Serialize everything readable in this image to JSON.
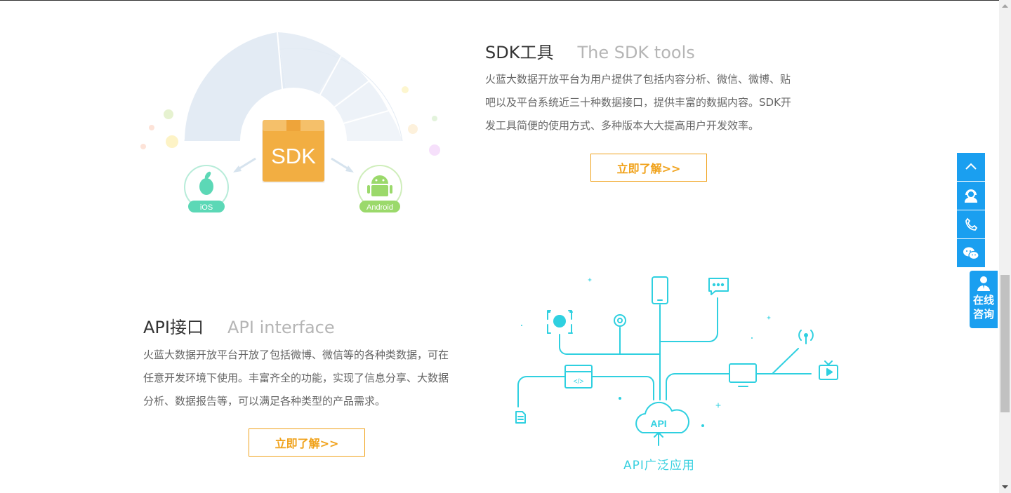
{
  "sdk": {
    "title": "SDK工具",
    "subtitle": "The SDK tools",
    "desc_lines": [
      "火蓝大数据开放平台为用户提供了包括内容分析、微信、微博、贴",
      "吧以及平台系统近三十种数据接口，提供丰富的数据内容。SDK开",
      "发工具简便的使用方式、多种版本大大提高用户开发效率。"
    ],
    "button": "立即了解>>",
    "illustration": {
      "box_label": "SDK",
      "ios_label": "iOS",
      "android_label": "Android"
    }
  },
  "api": {
    "title": "API接口",
    "subtitle": "API interface",
    "desc_lines": [
      "火蓝大数据开放平台开放了包括微博、微信等的各种类数据，可在",
      "任意开发环境下使用。丰富齐全的功能，实现了信息分享、大数据",
      "分析、数据报告等，可以满足各种类型的产品需求。"
    ],
    "button": "立即了解>>",
    "illustration": {
      "cloud_label": "API",
      "code_label": "</>",
      "caption": "API广泛应用"
    }
  },
  "sidebar": {
    "online_label": "在线咨询"
  },
  "colors": {
    "accent": "#f0a21b",
    "sidebar": "#1a9ff0",
    "api_cyan": "#2fd0e0",
    "sdk_box": "#f2ae42"
  }
}
